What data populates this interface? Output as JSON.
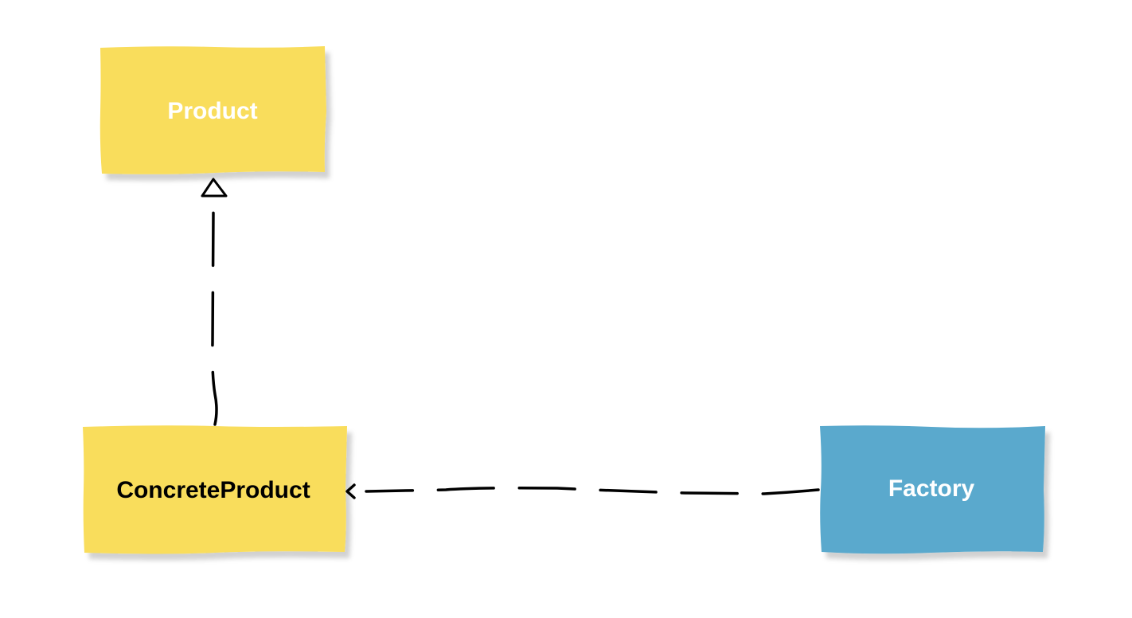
{
  "nodes": {
    "product": {
      "label": "Product",
      "fill": "#f9dd5b",
      "text_color": "#ffffff"
    },
    "concrete_product": {
      "label": "ConcreteProduct",
      "fill": "#f9dd5b",
      "text_color": "#000000"
    },
    "factory": {
      "label": "Factory",
      "fill": "#5aa9cd",
      "text_color": "#ffffff"
    }
  },
  "edges": [
    {
      "from": "ConcreteProduct",
      "to": "Product",
      "style": "dashed",
      "arrowhead": "hollow-triangle"
    },
    {
      "from": "Factory",
      "to": "ConcreteProduct",
      "style": "dashed",
      "arrowhead": "open-chevron"
    }
  ],
  "colors": {
    "line": "#000000",
    "background": "#ffffff"
  }
}
